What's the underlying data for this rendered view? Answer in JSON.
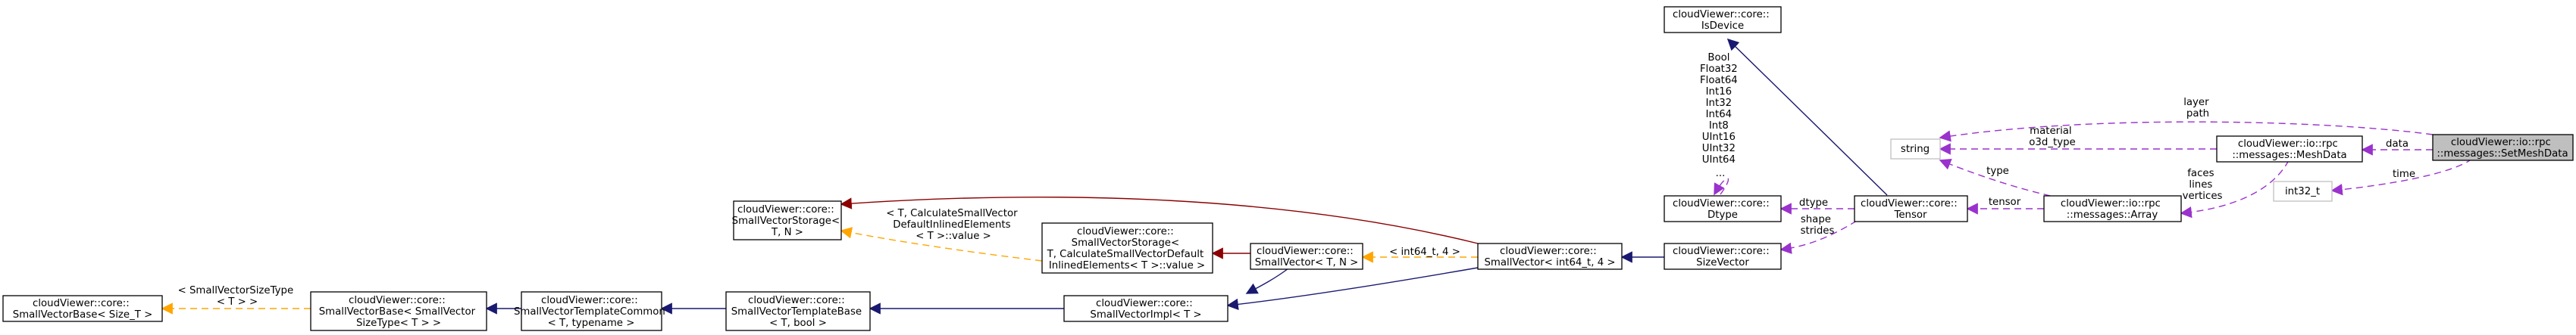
{
  "nodes": {
    "setmeshdata": [
      "cloudViewer::io::rpc",
      "::messages::SetMeshData"
    ],
    "string": [
      "string"
    ],
    "int32": [
      "int32_t"
    ],
    "meshdata": [
      "cloudViewer::io::rpc",
      "::messages::MeshData"
    ],
    "array": [
      "cloudViewer::io::rpc",
      "::messages::Array"
    ],
    "isdevice": [
      "cloudViewer::core::",
      "IsDevice"
    ],
    "tensor": [
      "cloudViewer::core::",
      "Tensor"
    ],
    "dtype": [
      "cloudViewer::core::",
      "Dtype"
    ],
    "sizevector": [
      "cloudViewer::core::",
      "SizeVector"
    ],
    "sv_int64": [
      "cloudViewer::core::",
      "SmallVector< int64_t, 4 >"
    ],
    "sv_tn": [
      "cloudViewer::core::",
      "SmallVector< T, N >"
    ],
    "svimpl": [
      "cloudViewer::core::",
      "SmallVectorImpl< T >"
    ],
    "svstorage_default": [
      "cloudViewer::core::",
      "SmallVectorStorage<",
      "T, CalculateSmallVectorDefault",
      "InlinedElements< T >::value >"
    ],
    "svstorage_tn": [
      "cloudViewer::core::",
      "SmallVectorStorage<",
      "T, N >"
    ],
    "svtemplatebase": [
      "cloudViewer::core::",
      "SmallVectorTemplateBase",
      "< T, bool >"
    ],
    "svtemplatecommon": [
      "cloudViewer::core::",
      "SmallVectorTemplateCommon",
      "< T, typename >"
    ],
    "svbase_sizetype": [
      "cloudViewer::core::",
      "SmallVectorBase< SmallVector",
      "SizeType< T > >"
    ],
    "svbase_size_t": [
      "cloudViewer::core::",
      "SmallVectorBase< Size_T >"
    ]
  },
  "edge_labels": {
    "layer_path": [
      "layer",
      "path"
    ],
    "data": [
      "data"
    ],
    "time": [
      "time"
    ],
    "material": [
      "material",
      "o3d_type"
    ],
    "type": [
      "type"
    ],
    "faces": [
      "faces",
      "lines",
      "vertices"
    ],
    "tensor": [
      "tensor"
    ],
    "dtype": [
      "dtype"
    ],
    "shape": [
      "shape",
      "strides"
    ],
    "dtype_values": [
      "Bool",
      "Float32",
      "Float64",
      "Int16",
      "Int32",
      "Int64",
      "Int8",
      "UInt16",
      "UInt32",
      "UInt64",
      "..."
    ],
    "int64_4": [
      "< int64_t, 4 >"
    ],
    "calc_default": [
      "< T, CalculateSmallVector",
      "DefaultInlinedElements",
      "< T >::value >"
    ],
    "sizetype": [
      "< SmallVectorSizeType",
      "< T > >"
    ]
  }
}
